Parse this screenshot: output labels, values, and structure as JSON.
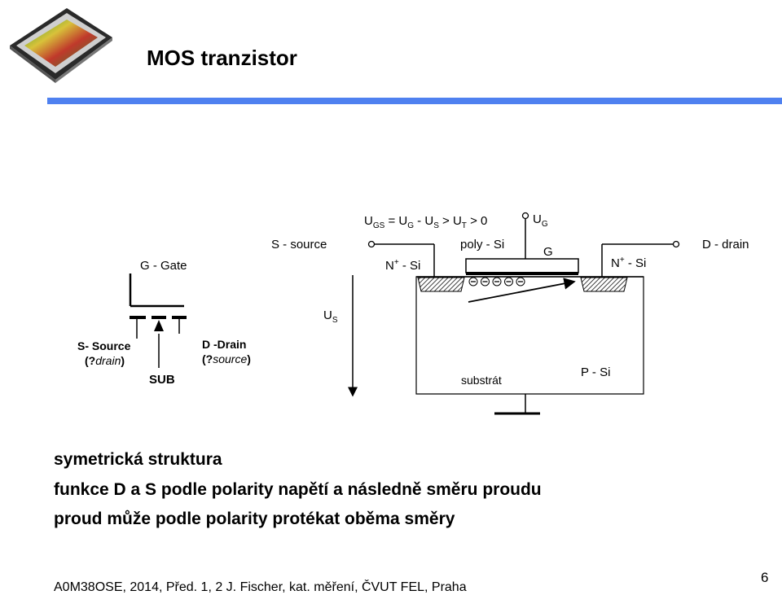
{
  "slide": {
    "title": "MOS tranzistor",
    "lines": [
      "symetrická struktura",
      "funkce D a S podle polarity napětí a následně směru proudu",
      "proud může podle polarity protékat oběma směry"
    ],
    "footer": "A0M38OSE, 2014, Před. 1, 2  J. Fischer, kat. měření, ČVUT FEL, Praha",
    "page_number": "6"
  },
  "symbol": {
    "gate": "G - Gate",
    "source_label": "S- Source",
    "source_alt_open": "(?",
    "source_alt": "drain",
    "source_alt_close": ")",
    "drain_label": "D -Drain",
    "drain_alt_open": "(?",
    "drain_alt": "source",
    "drain_alt_close": ")",
    "sub": "SUB"
  },
  "structure": {
    "condition": {
      "u": "U",
      "gs": "GS",
      "eq": " = U",
      "g": "G",
      "minus": " - U",
      "s": "S",
      "gt": " > U",
      "t": "T",
      "zero": " > 0"
    },
    "ug_u": "U",
    "ug_sub": "G",
    "us_u": "U",
    "us_sub": "S",
    "source_terminal": "S  - source",
    "drain_terminal": "D - drain",
    "poly": "poly - Si",
    "gate_letter": "G",
    "n_left": {
      "n": "N",
      "sup": "+",
      "rest": " - Si"
    },
    "n_right": {
      "n": "N",
      "sup": "+",
      "rest": " - Si"
    },
    "substrate": "substrát",
    "p_si": "P - Si",
    "electron_count": 5
  }
}
